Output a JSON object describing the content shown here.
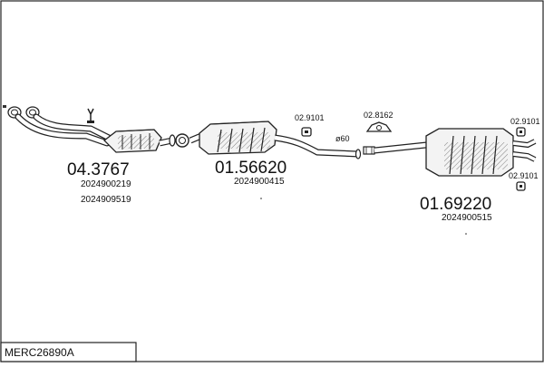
{
  "diagram": {
    "code": "MERC26890A",
    "parts": [
      {
        "part_no": "04.3767",
        "refs": [
          "2024900219",
          "2024909519"
        ]
      },
      {
        "part_no": "01.56620",
        "refs": [
          "2024900415"
        ]
      },
      {
        "part_no": "01.69220",
        "refs": [
          "2024900515"
        ]
      }
    ],
    "small_parts": [
      {
        "label": "02.9101"
      },
      {
        "label": "02.8162"
      },
      {
        "label": "02.9101"
      },
      {
        "label": "02.9101"
      }
    ],
    "diameter_label": "ø60"
  }
}
